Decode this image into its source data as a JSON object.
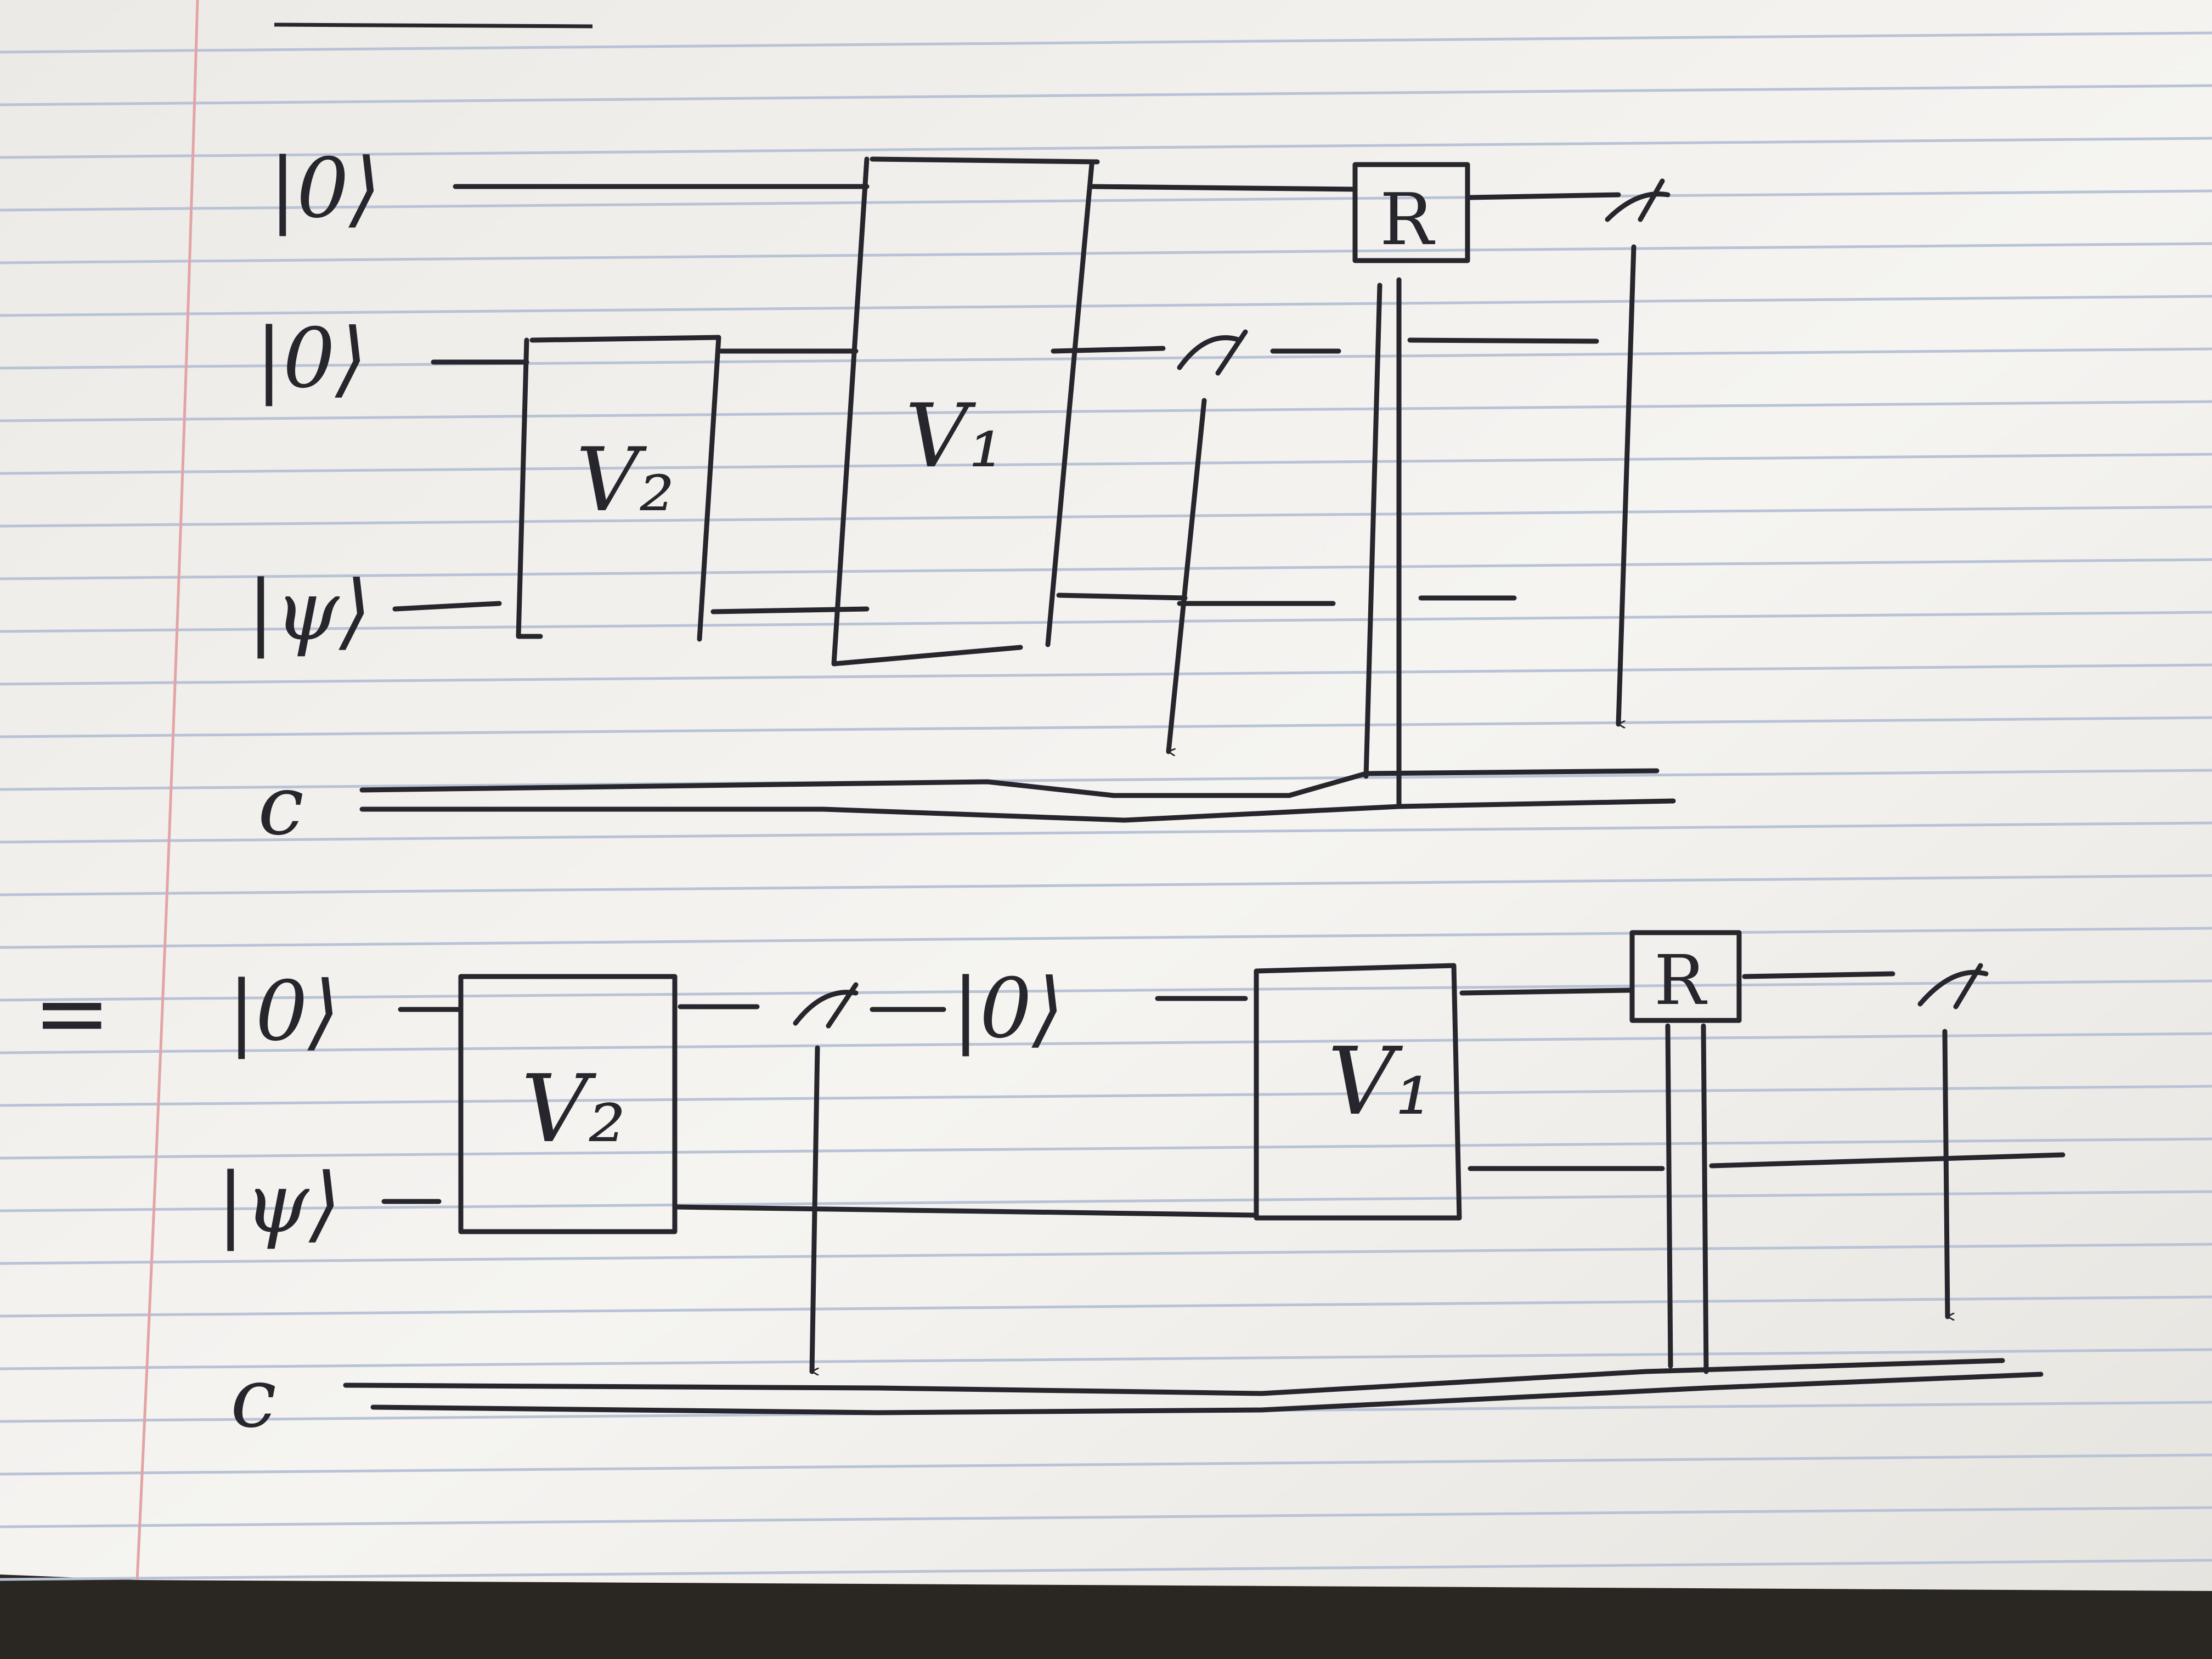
{
  "colors": {
    "paper": "#f4f3f0",
    "rule_line": "#b9c3d6",
    "margin_line": "#e3a4a6",
    "ink": "#26262c",
    "desk": "#2a2622"
  },
  "top_circuit": {
    "inputs": [
      "|0⟩",
      "|0⟩",
      "|ψ⟩"
    ],
    "classical_label": "c",
    "gates": [
      {
        "name": "V₂",
        "kind": "box"
      },
      {
        "name": "V₁",
        "kind": "box"
      },
      {
        "name": "R",
        "kind": "box"
      }
    ],
    "measurements": [
      "meter-icon",
      "meter-icon"
    ]
  },
  "equals_sign": "=",
  "bottom_circuit": {
    "inputs": [
      "|0⟩",
      "|ψ⟩"
    ],
    "classical_label": "c",
    "reset_state": "|0⟩",
    "gates": [
      {
        "name": "V₂",
        "kind": "box"
      },
      {
        "name": "V₁",
        "kind": "box"
      },
      {
        "name": "R",
        "kind": "box"
      }
    ],
    "measurements": [
      "meter-icon",
      "meter-icon"
    ]
  }
}
